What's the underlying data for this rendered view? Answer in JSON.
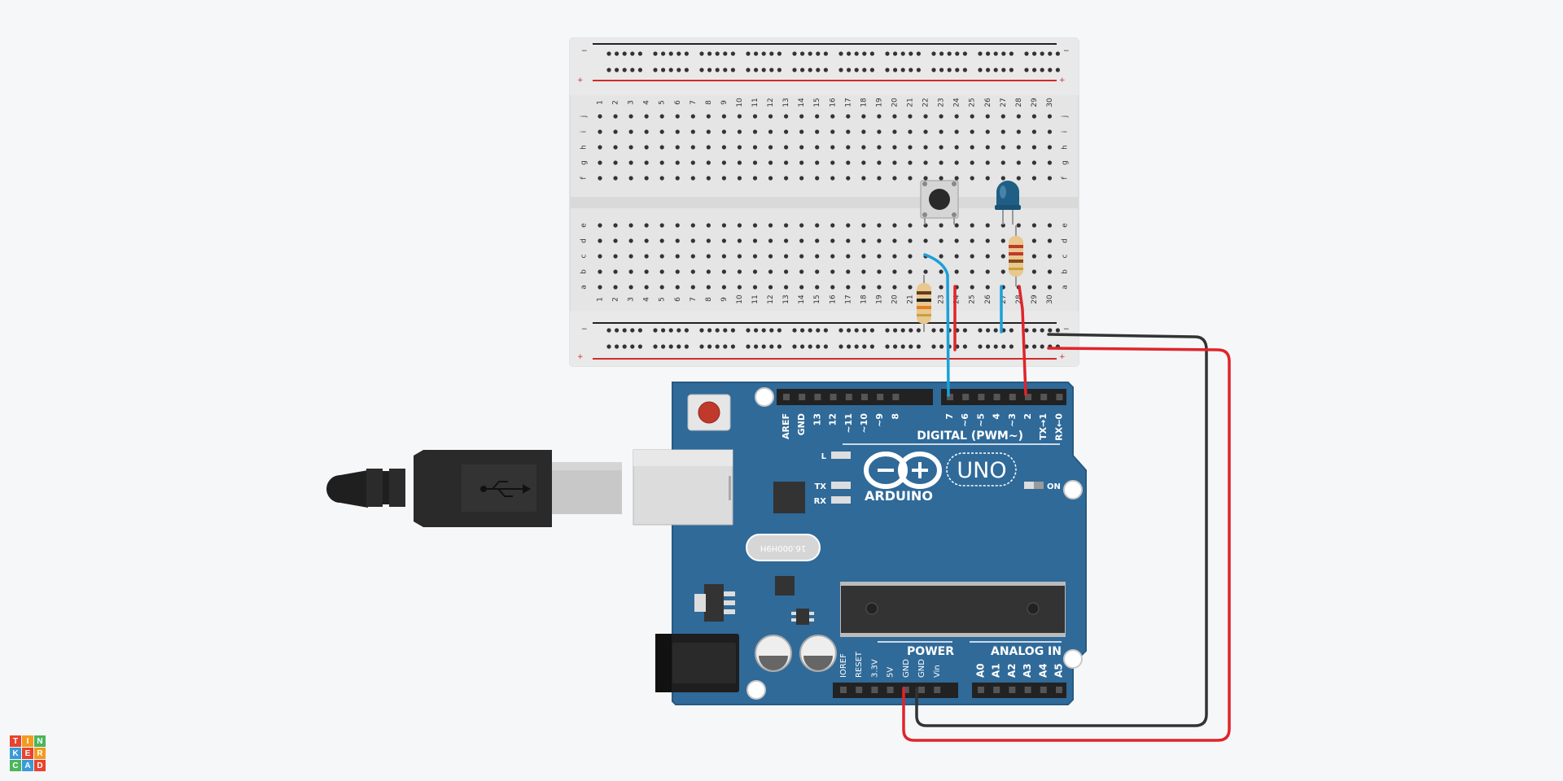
{
  "app": {
    "brand": "TINKERCAD",
    "logo_letters": [
      "T",
      "I",
      "N",
      "K",
      "E",
      "R",
      "C",
      "A",
      "D"
    ]
  },
  "colors": {
    "background": "#f5f7f9",
    "arduino_board": "#2f6a99",
    "breadboard": "#e3e3e3",
    "wire_red": "#e0242b",
    "wire_black": "#333333",
    "wire_blue": "#1aa0d8",
    "led": "#1f5f86",
    "logo_tiles": [
      "#e8432e",
      "#f29b1f",
      "#4ab65b",
      "#3a9ad9",
      "#e8432e",
      "#f29b1f",
      "#4ab65b",
      "#3a9ad9",
      "#e8432e"
    ]
  },
  "breadboard": {
    "rail_minus": "−",
    "rail_plus": "+",
    "row_letters_top": [
      "j",
      "i",
      "h",
      "g",
      "f"
    ],
    "row_letters_bottom": [
      "e",
      "d",
      "c",
      "b",
      "a"
    ],
    "column_numbers": [
      "1",
      "2",
      "3",
      "4",
      "5",
      "6",
      "7",
      "8",
      "9",
      "10",
      "11",
      "12",
      "13",
      "14",
      "15",
      "16",
      "17",
      "18",
      "19",
      "20",
      "21",
      "22",
      "23",
      "24",
      "25",
      "26",
      "27",
      "28",
      "29",
      "30"
    ]
  },
  "arduino": {
    "name": "ARDUINO",
    "model": "UNO",
    "digital_header_title": "DIGITAL (PWM~)",
    "digital_pins_left": [
      "AREF",
      "GND",
      "13",
      "12",
      "~11",
      "~10",
      "~9",
      "8"
    ],
    "digital_pins_right": [
      "7",
      "~6",
      "~5",
      "4",
      "~3",
      "2",
      "TX→1",
      "RX←0"
    ],
    "power_header_title": "POWER",
    "power_pins": [
      "IOREF",
      "RESET",
      "3.3V",
      "5V",
      "GND",
      "GND",
      "Vin"
    ],
    "analog_header_title": "ANALOG IN",
    "analog_pins": [
      "A0",
      "A1",
      "A2",
      "A3",
      "A4",
      "A5"
    ],
    "led_labels": {
      "l": "L",
      "tx": "TX",
      "rx": "RX",
      "on": "ON"
    },
    "crystal_label": "16.000H9H"
  }
}
